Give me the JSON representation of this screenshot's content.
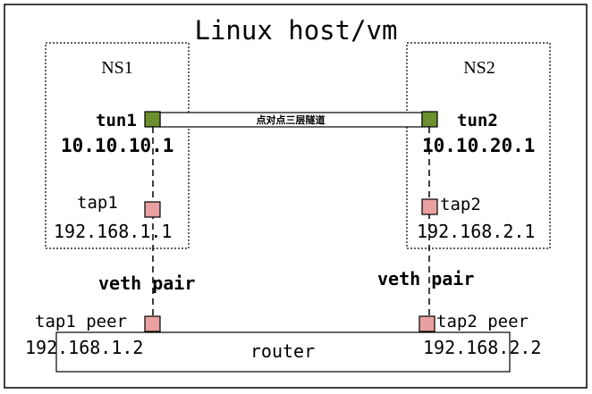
{
  "title": "Linux host/vm",
  "ns1": {
    "label": "NS1",
    "tun_name": "tun1",
    "tun_ip": "10.10.10.1",
    "tap_name": "tap1",
    "tap_ip": "192.168.1.1"
  },
  "ns2": {
    "label": "NS2",
    "tun_name": "tun2",
    "tun_ip": "10.10.20.1",
    "tap_name": "tap2",
    "tap_ip": "192.168.2.1"
  },
  "tunnel_label": "点对点三层隧道",
  "veth_left": "veth pair",
  "veth_right": "veth pair",
  "router": {
    "label": "router",
    "left_peer_name": "tap1 peer",
    "left_peer_ip": "192.168.1.2",
    "right_peer_name": "tap2 peer",
    "right_peer_ip": "192.168.2.2"
  },
  "colors": {
    "tun_fill": "#6b8f2e",
    "tap_fill": "#e8a0a0",
    "line": "#000000"
  }
}
